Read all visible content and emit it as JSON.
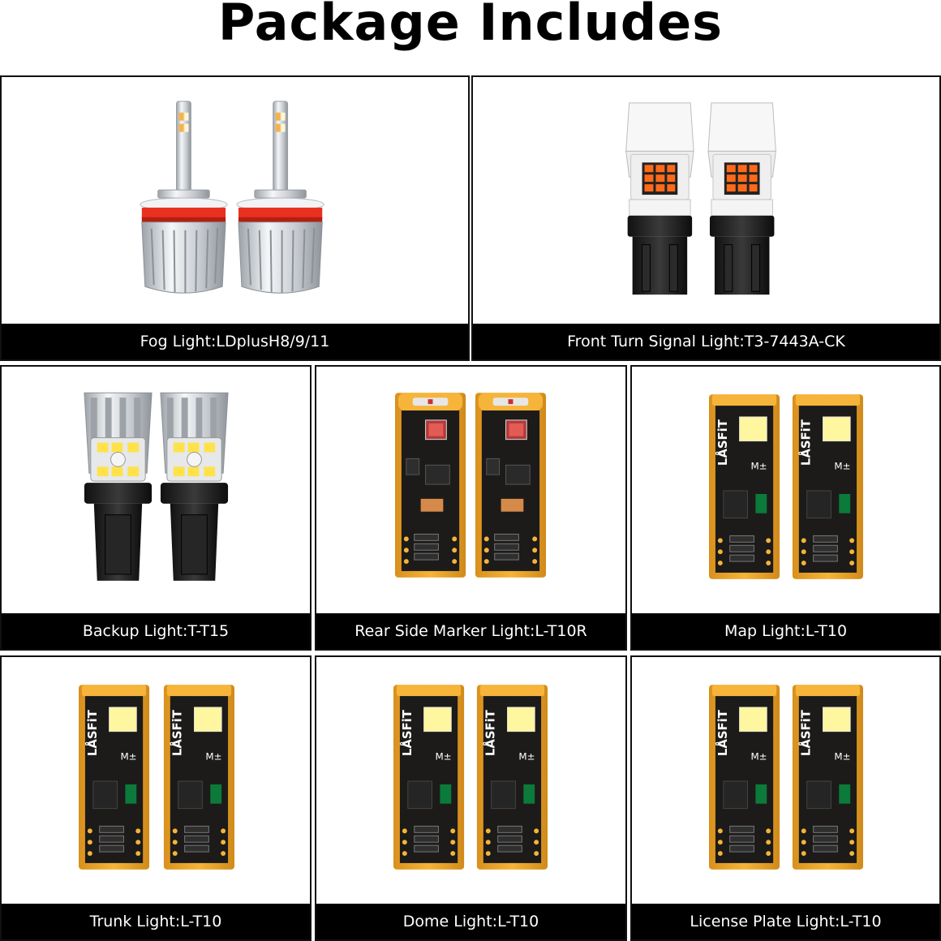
{
  "page": {
    "title": "Package Includes"
  },
  "brand": "LÅSFiT",
  "colors": {
    "gold": "#f2aa2c",
    "gold_dark": "#c9861a",
    "pcb": "#1c1b1a",
    "amber": "#ff6a1a",
    "red_collar": "#e8311f",
    "silver": "#dcdfe3"
  },
  "items": [
    {
      "label": "Fog Light:LDplusH8/9/11",
      "icon": "fog-bulb-icon"
    },
    {
      "label": "Front Turn Signal Light:T3-7443A-CK",
      "icon": "turn-signal-bulb-icon"
    },
    {
      "label": "Backup Light:T-T15",
      "icon": "backup-bulb-icon"
    },
    {
      "label": "Rear Side Marker Light:L-T10R",
      "icon": "t10-red-bulb-icon"
    },
    {
      "label": "Map Light:L-T10",
      "icon": "t10-bulb-icon"
    },
    {
      "label": "Trunk Light:L-T10",
      "icon": "t10-bulb-icon"
    },
    {
      "label": "Dome Light:L-T10",
      "icon": "t10-bulb-icon"
    },
    {
      "label": "License Plate Light:L-T10",
      "icon": "t10-bulb-icon"
    }
  ]
}
